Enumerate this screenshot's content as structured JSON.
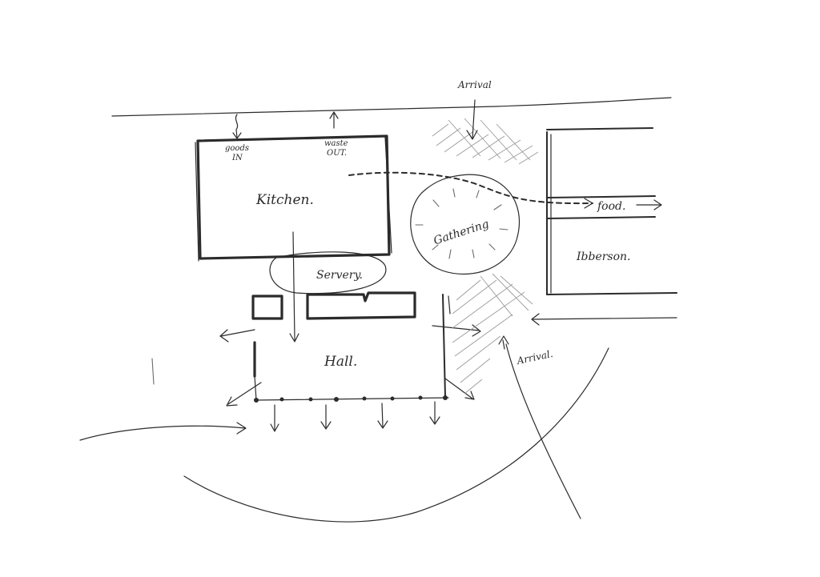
{
  "labels": {
    "kitchen": "Kitchen.",
    "servery": "Servery.",
    "hall": "Hall.",
    "gathering": "Gathering",
    "ibberson": "Ibberson.",
    "food": "food.",
    "arrival_top": "Arrival",
    "arrival_right": "Arrival.",
    "goods_in_1": "goods",
    "goods_in_2": "IN",
    "waste_out_1": "waste",
    "waste_out_2": "OUT."
  }
}
